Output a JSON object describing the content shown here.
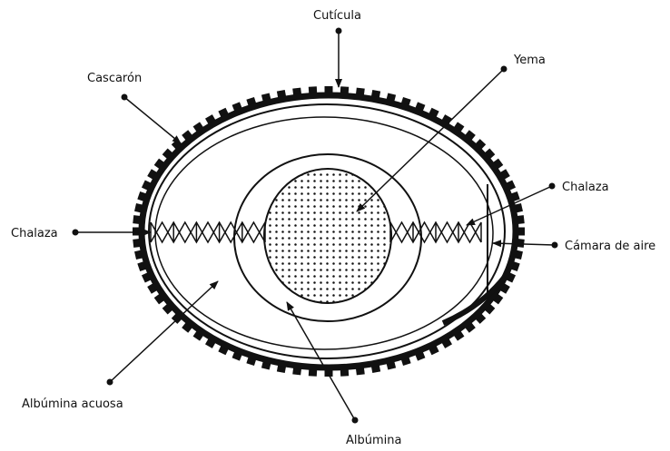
{
  "labels": {
    "cuticula": "Cutícula",
    "yema": "Yema",
    "cascaron": "Cascarón",
    "chalaza_right": "Chalaza",
    "chalaza_left": "Chalaza",
    "camara_de_aire": "Cámara de aire",
    "albumina_acuosa": "Albúmina acuosa",
    "albumina": "Albúmina"
  },
  "colors": {
    "line": "#111111",
    "background": "#ffffff"
  }
}
